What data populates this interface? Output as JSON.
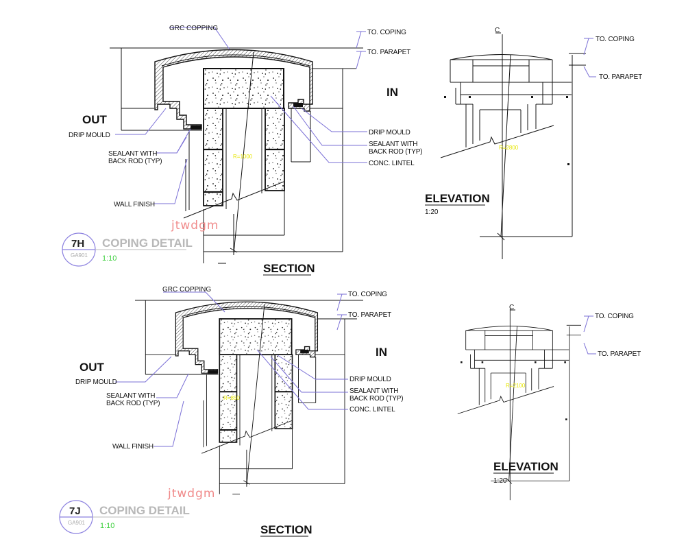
{
  "details": [
    {
      "id": "7H",
      "sheet": "GA901",
      "title": "COPING DETAIL",
      "scale": "1:10",
      "section_title": "SECTION",
      "elevation_title": "ELEVATION",
      "elevation_scale": "1:20",
      "out_label": "OUT",
      "in_label": "IN",
      "section_radius": "R=1000",
      "elevation_radius": "R=2800",
      "watermark": "jtwdgm",
      "centerline": "C",
      "labels": {
        "grc_copping": "GRC COPPING",
        "to_coping": "TO. COPING",
        "to_parapet": "TO. PARAPET",
        "drip_mould_left": "DRIP MOULD",
        "sealant_line1": "SEALANT WITH",
        "sealant_line2": "BACK ROD (TYP)",
        "wall_finish": "WALL FINISH",
        "drip_mould_right": "DRIP MOULD",
        "sealant_right_line1": "SEALANT WITH",
        "sealant_right_line2": "BACK ROD (TYP)",
        "conc_lintel": "CONC. LINTEL",
        "elev_to_coping": "TO. COPING",
        "elev_to_parapet": "TO. PARAPET"
      }
    },
    {
      "id": "7J",
      "sheet": "GA901",
      "title": "COPING DETAIL",
      "scale": "1:10",
      "section_title": "SECTION",
      "elevation_title": "ELEVATION",
      "elevation_scale": "1:20",
      "out_label": "OUT",
      "in_label": "IN",
      "section_radius": "R=850",
      "elevation_radius": "R=2100",
      "watermark": "jtwdgm",
      "centerline": "C",
      "labels": {
        "grc_copping": "GRC COPPING",
        "to_coping": "TO. COPING",
        "to_parapet": "TO. PARAPET",
        "drip_mould_left": "DRIP MOULD",
        "sealant_line1": "SEALANT WITH",
        "sealant_line2": "BACK ROD (TYP)",
        "wall_finish": "WALL FINISH",
        "drip_mould_right": "DRIP MOULD",
        "sealant_right_line1": "SEALANT WITH",
        "sealant_right_line2": "BACK ROD (TYP)",
        "conc_lintel": "CONC. LINTEL",
        "elev_to_coping": "TO. COPING",
        "elev_to_parapet": "TO. PARAPET"
      }
    }
  ],
  "colors": {
    "leader": "#7a6fd6",
    "scale_text": "#3ccf3c",
    "radius_text": "#e6e600",
    "watermark": "#f08a8a",
    "title_grey": "#b8b8b8"
  }
}
